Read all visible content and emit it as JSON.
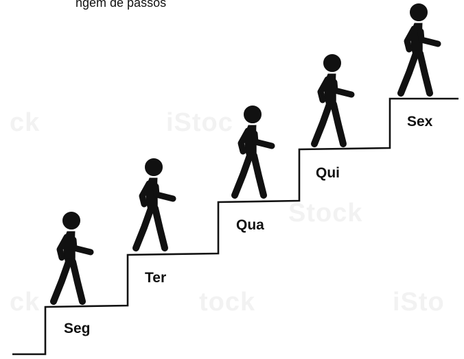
{
  "caption": "ngem  de  passos",
  "steps": [
    {
      "label": "Seg",
      "icon": "walking-person-icon"
    },
    {
      "label": "Ter",
      "icon": "walking-person-icon"
    },
    {
      "label": "Qua",
      "icon": "walking-person-icon"
    },
    {
      "label": "Qui",
      "icon": "walking-person-icon"
    },
    {
      "label": "Sex",
      "icon": "walking-person-icon"
    }
  ],
  "colors": {
    "ink": "#111111",
    "background": "#ffffff",
    "watermark": "#f2f2f2"
  }
}
